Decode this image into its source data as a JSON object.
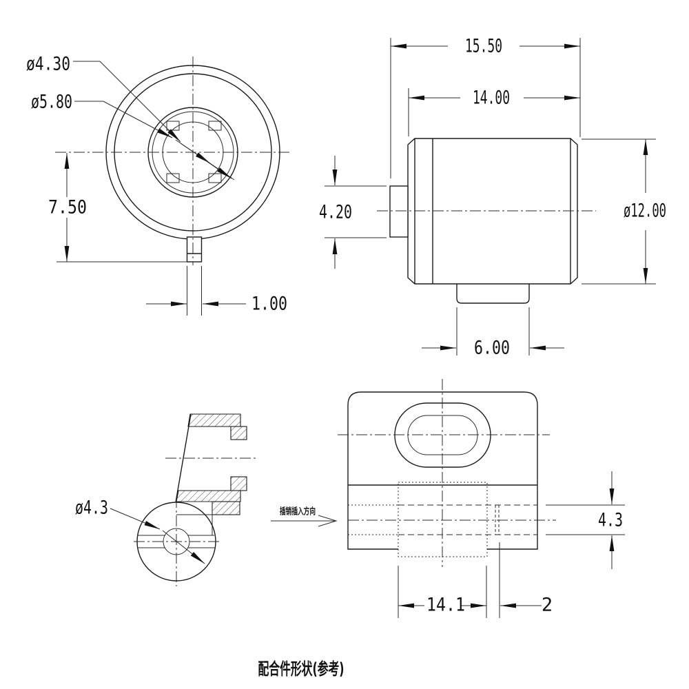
{
  "caption": "配合件形状(参考)",
  "front_view": {
    "dia_contact": "ø4.30",
    "dia_bore": "ø5.80",
    "center_to_base": "7.50",
    "tab_width": "1.00"
  },
  "side_view": {
    "overall_length": "15.50",
    "body_length": "14.00",
    "boss_height": "4.20",
    "body_diameter": "ø12.00",
    "tab_length": "6.00"
  },
  "section_view": {
    "pin_diameter": "ø4.3"
  },
  "mating_view": {
    "insertion_direction": "插销插入方向",
    "pocket_width": "14.1",
    "slot_width": "2",
    "channel_height": "4.3"
  }
}
